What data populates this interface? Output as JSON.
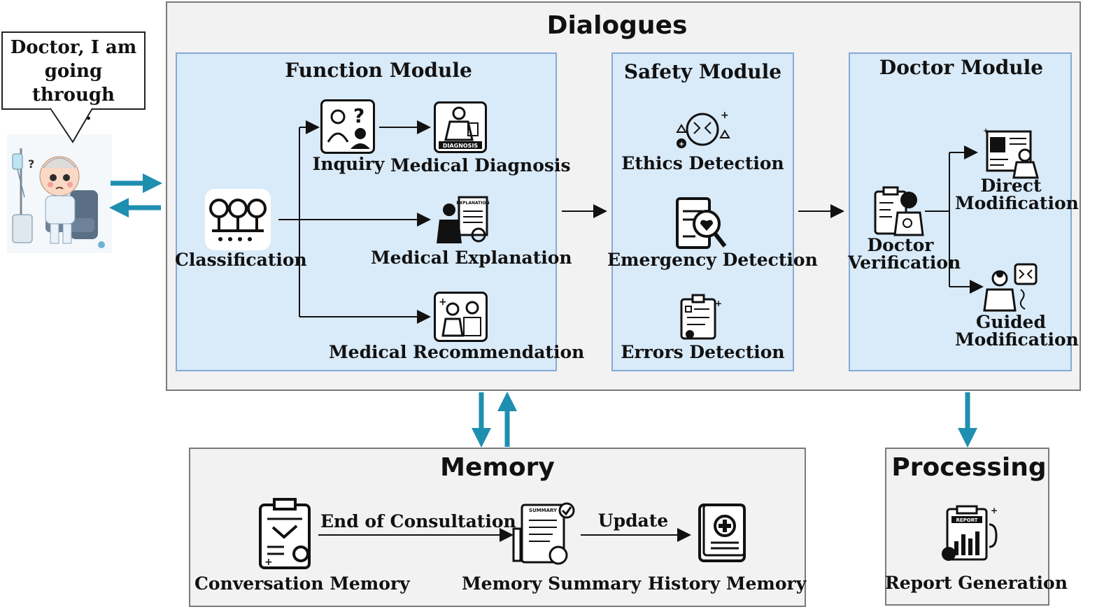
{
  "speech_bubble": {
    "line1": "Doctor, I am",
    "line2": "going through",
    "line3": "……"
  },
  "dialogues": {
    "title": "Dialogues",
    "function_module": {
      "title": "Function Module",
      "classification": "Classification",
      "inquiry": "Inquiry",
      "medical_diagnosis": "Medical Diagnosis",
      "diagnosis_badge": "DIAGNOSIS",
      "medical_explanation": "Medical Explanation",
      "explanation_badge": "EXPLANATION",
      "medical_recommendation": "Medical Recommendation"
    },
    "safety_module": {
      "title": "Safety Module",
      "ethics_detection": "Ethics Detection",
      "emergency_detection": "Emergency Detection",
      "errors_detection": "Errors Detection"
    },
    "doctor_module": {
      "title": "Doctor Module",
      "doctor_verification_line1": "Doctor",
      "doctor_verification_line2": "Verification",
      "direct_modification_line1": "Direct",
      "direct_modification_line2": "Modification",
      "guided_modification_line1": "Guided",
      "guided_modification_line2": "Modification"
    }
  },
  "memory": {
    "title": "Memory",
    "conversation_memory": "Conversation Memory",
    "end_of_consultation": "End of Consultation",
    "memory_summary": "Memory Summary",
    "summary_badge": "SUMMARY",
    "update": "Update",
    "history_memory": "History Memory"
  },
  "processing": {
    "title": "Processing",
    "report_generation": "Report Generation",
    "report_badge": "REPORT"
  },
  "colors": {
    "teal_arrow": "#1f8fb0",
    "module_fill": "#d9eaf8",
    "module_border": "#86a9d6",
    "panel_fill": "#f2f2f2"
  }
}
